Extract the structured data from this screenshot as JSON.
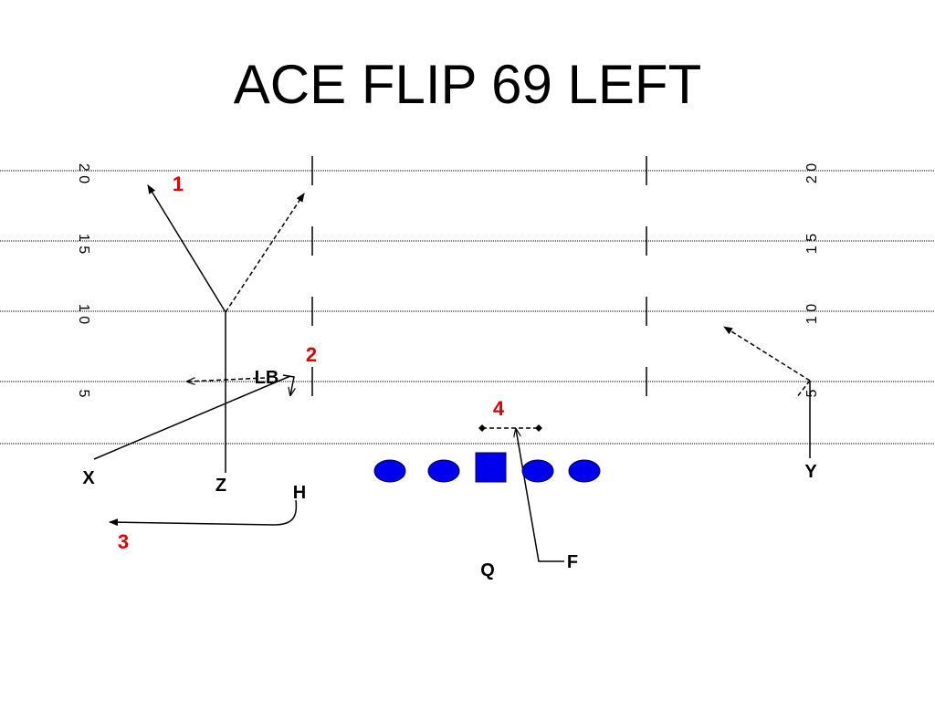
{
  "title": "ACE FLIP 69 LEFT",
  "yard_marks": {
    "left": [
      "2 0",
      "1 5",
      "1 0",
      "5"
    ],
    "right": [
      "2 0",
      "1 5",
      "1 0",
      "5"
    ]
  },
  "players": {
    "x": "X",
    "z": "Z",
    "h": "H",
    "y": "Y",
    "q": "Q",
    "f": "F",
    "lb": "LB"
  },
  "route_numbers": [
    "1",
    "2",
    "3",
    "4"
  ],
  "colors": {
    "lineman": "#0000ee",
    "route_number": "#e00000",
    "line": "#000000"
  }
}
